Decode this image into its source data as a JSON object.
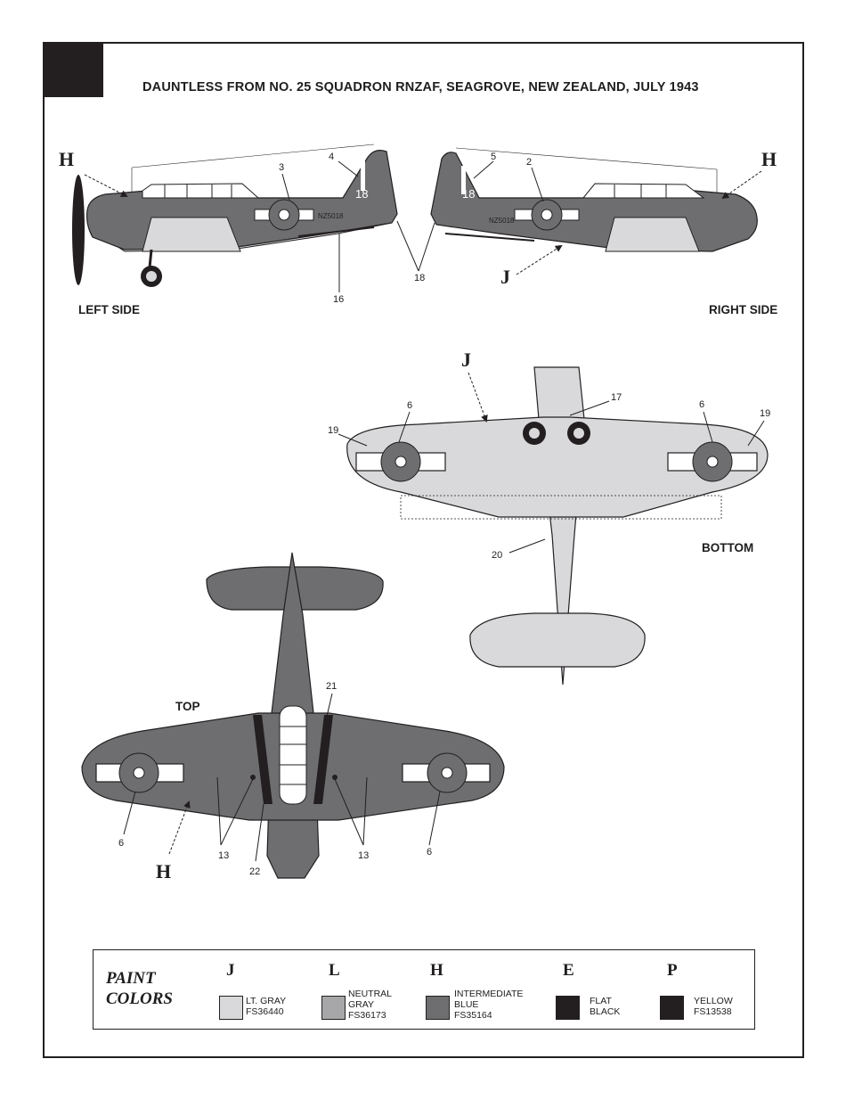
{
  "title": "DAUNTLESS FROM NO. 25 SQUADRON RNZAF, SEAGROVE, NEW ZEALAND, JULY 1943",
  "views": {
    "left_side": "LEFT SIDE",
    "right_side": "RIGHT SIDE",
    "bottom": "BOTTOM",
    "top": "TOP"
  },
  "aircraft_serial": "NZ5018",
  "aircraft_code": "18",
  "callouts": {
    "left": {
      "c3": "3",
      "c4": "4",
      "c16": "16",
      "c18": "18",
      "H": "H"
    },
    "right": {
      "c5": "5",
      "c2": "2",
      "J": "J",
      "H": "H"
    },
    "bottom": {
      "J": "J",
      "c17": "17",
      "c6a": "6",
      "c6b": "6",
      "c19a": "19",
      "c19b": "19",
      "c20": "20"
    },
    "top": {
      "c21": "21",
      "c6a": "6",
      "c6b": "6",
      "c13a": "13",
      "c13b": "13",
      "c22": "22",
      "H": "H"
    }
  },
  "colors": {
    "intermediate_blue": "#6e6e70",
    "neutral_gray": "#a7a7a9",
    "light_gray": "#d9d9db",
    "flat_black": "#231f20",
    "roundel_white": "#ffffff"
  },
  "paint_colors": {
    "title_line1": "PAINT",
    "title_line2": "COLORS",
    "items": [
      {
        "letter": "J",
        "name": "LT. GRAY",
        "code": "FS36440",
        "color": "#d9d9db"
      },
      {
        "letter": "L",
        "name": "NEUTRAL GRAY",
        "code": "FS36173",
        "color": "#a7a7a9"
      },
      {
        "letter": "H",
        "name": "INTERMEDIATE BLUE",
        "code": "FS35164",
        "color": "#6e6e70"
      },
      {
        "letter": "E",
        "name": "FLAT BLACK",
        "code": "",
        "color": "#231f20"
      },
      {
        "letter": "P",
        "name": "YELLOW",
        "code": "FS13538",
        "color": "#231f20"
      }
    ]
  }
}
